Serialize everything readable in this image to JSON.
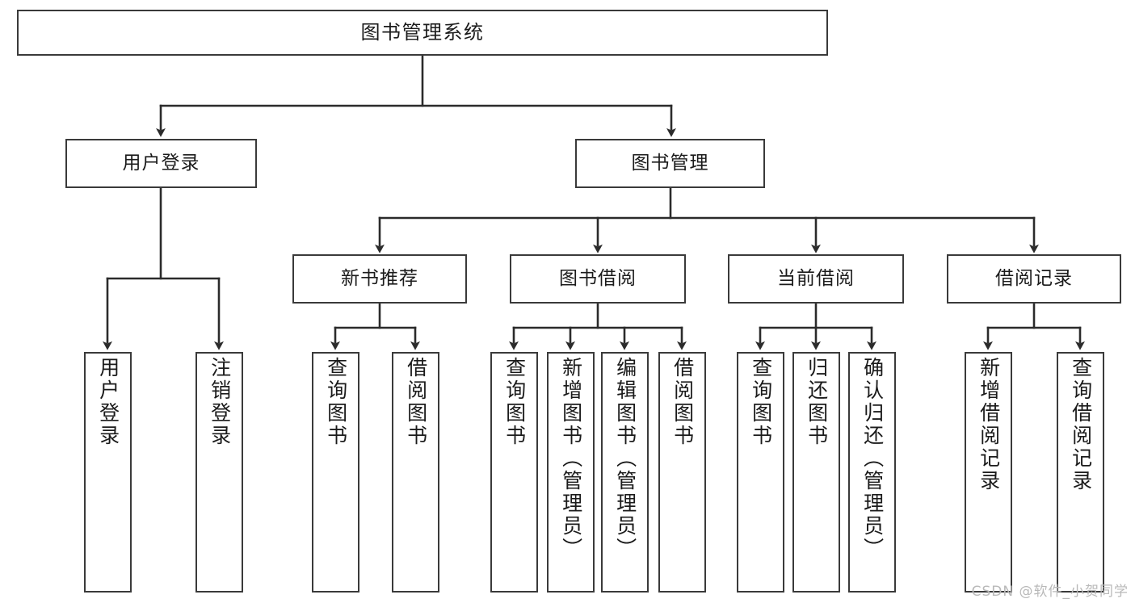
{
  "diagram": {
    "title": "图书管理系统",
    "type": "tree-hierarchy",
    "watermark": "CSDN @软件_小贺同学",
    "colors": {
      "box_border": "#3a3a3a",
      "box_fill": "#ffffff",
      "connector": "#2b2b2b",
      "text": "#1b1b1b",
      "watermark": "#b9b9b9"
    },
    "root": {
      "label": "图书管理系统"
    },
    "level2": [
      {
        "id": "user-login",
        "label": "用户登录"
      },
      {
        "id": "book-manage",
        "label": "图书管理"
      }
    ],
    "level3": [
      {
        "id": "new-book-recommend",
        "label": "新书推荐"
      },
      {
        "id": "book-borrow",
        "label": "图书借阅"
      },
      {
        "id": "current-borrow",
        "label": "当前借阅"
      },
      {
        "id": "borrow-record",
        "label": "借阅记录"
      }
    ],
    "leaves": {
      "user-login": [
        {
          "id": "leaf-user-login",
          "label": "用户登录"
        },
        {
          "id": "leaf-user-logout",
          "label": "注销登录"
        }
      ],
      "new-book-recommend": [
        {
          "id": "leaf-query-book-1",
          "label": "查询图书"
        },
        {
          "id": "leaf-borrow-book-1",
          "label": "借阅图书"
        }
      ],
      "book-borrow": [
        {
          "id": "leaf-query-book-2",
          "label": "查询图书"
        },
        {
          "id": "leaf-add-book",
          "label": "新增图书（管理员）"
        },
        {
          "id": "leaf-edit-book",
          "label": "编辑图书（管理员）"
        },
        {
          "id": "leaf-borrow-book-2",
          "label": "借阅图书"
        }
      ],
      "current-borrow": [
        {
          "id": "leaf-query-book-3",
          "label": "查询图书"
        },
        {
          "id": "leaf-return-book",
          "label": "归还图书"
        },
        {
          "id": "leaf-confirm-return",
          "label": "确认归还（管理员）"
        }
      ],
      "borrow-record": [
        {
          "id": "leaf-add-record",
          "label": "新增借阅记录"
        },
        {
          "id": "leaf-query-record",
          "label": "查询借阅记录"
        }
      ]
    }
  }
}
